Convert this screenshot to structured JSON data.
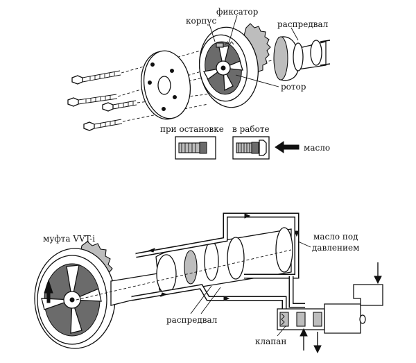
{
  "labels": {
    "korpus": "корпус",
    "fiksator": "фиксатор",
    "raspredval_top": "распредвал",
    "rotor": "ротор",
    "pri_ostanovke": "при остановке",
    "v_rabote": "в работе",
    "maslo": "масло",
    "mufta": "муфта VVT-i",
    "maslo_pod_line1": "масло под",
    "maslo_pod_line2": "давлением",
    "raspredval_bottom": "распредвал",
    "klapan": "клапан"
  }
}
